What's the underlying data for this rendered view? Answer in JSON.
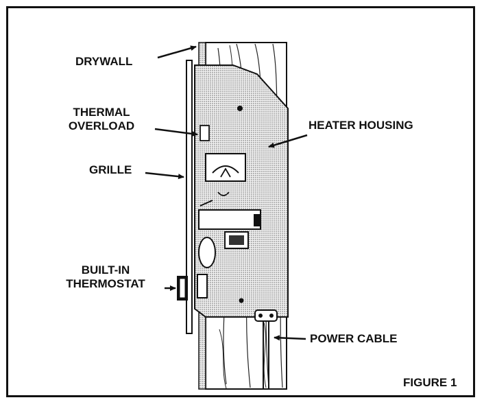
{
  "figure": {
    "caption": "FIGURE 1",
    "labels": {
      "drywall": "DRYWALL",
      "thermal_overload_line1": "THERMAL",
      "thermal_overload_line2": "OVERLOAD",
      "grille": "GRILLE",
      "builtin_line1": "BUILT-IN",
      "builtin_line2": "THERMOSTAT",
      "heater_housing": "HEATER HOUSING",
      "power_cable": "POWER CABLE"
    }
  }
}
